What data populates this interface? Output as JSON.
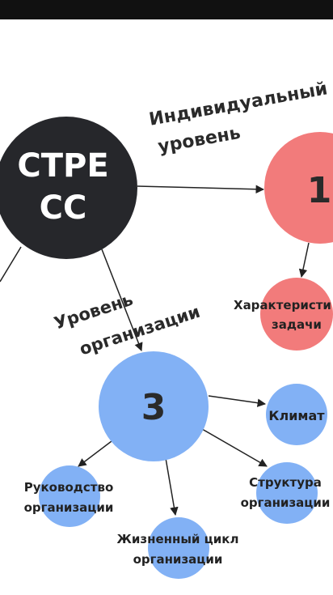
{
  "colors": {
    "stress": "#26272b",
    "individual": "#f27b7b",
    "organization": "#82b1f5",
    "edge": "#222222",
    "label_text": "#2a2a2a"
  },
  "diagram": {
    "center": {
      "line1": "СТРЕ",
      "line2": "СС"
    },
    "individual_level": {
      "label_line1": "Индивидуальный",
      "label_line2": "уровень",
      "number": "1",
      "children": [
        {
          "line1": "Характеристи",
          "line2": "задачи"
        }
      ]
    },
    "organization_level": {
      "label_line1": "Уровень",
      "label_line2": "организации",
      "number": "3",
      "children": [
        {
          "line1": "Климат",
          "line2": ""
        },
        {
          "line1": "Руководство",
          "line2": "организации"
        },
        {
          "line1": "Структура",
          "line2": "организации"
        },
        {
          "line1": "Жизненный цикл",
          "line2": "организации"
        }
      ]
    }
  }
}
